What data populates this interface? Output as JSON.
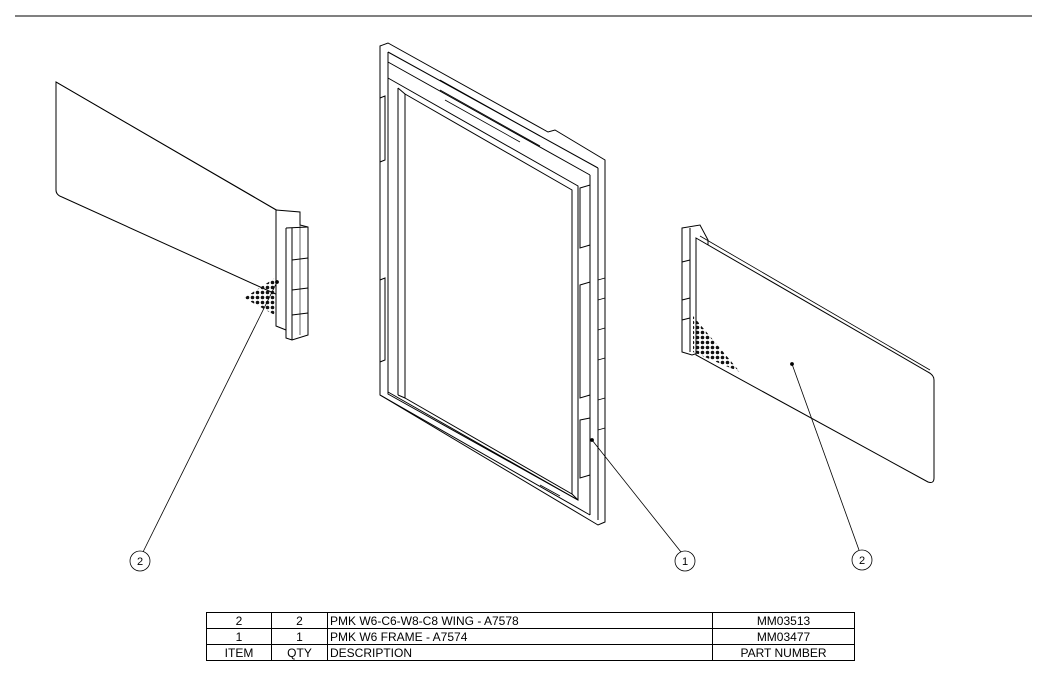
{
  "balloons": {
    "left": "2",
    "center": "1",
    "right": "2"
  },
  "bom": {
    "rows": [
      {
        "item": "2",
        "qty": "2",
        "description": "PMK W6-C6-W8-C8 WING - A7578",
        "part_number": "MM03513"
      },
      {
        "item": "1",
        "qty": "1",
        "description": "PMK W6 FRAME - A7574",
        "part_number": "MM03477"
      }
    ],
    "headers": {
      "item": "ITEM",
      "qty": "QTY",
      "description": "DESCRIPTION",
      "part_number": "PART NUMBER"
    }
  }
}
